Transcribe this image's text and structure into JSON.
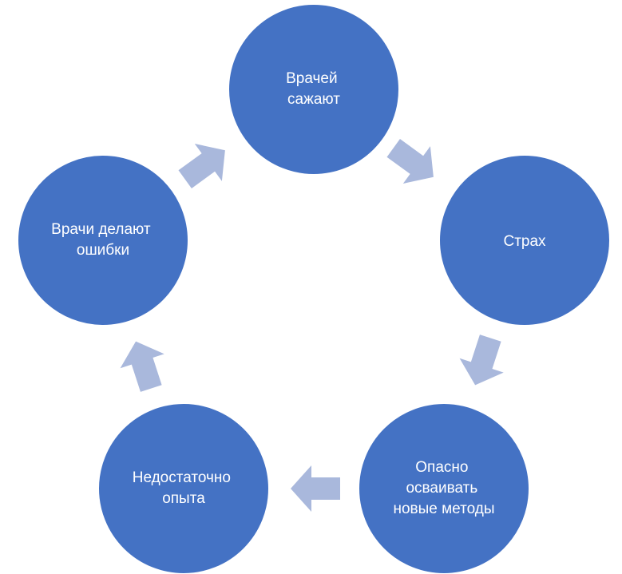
{
  "colors": {
    "node_fill": "#4472C4",
    "arrow_fill": "#A9B8DC",
    "label_color": "#FFFFFF",
    "background": "#FFFFFF"
  },
  "nodes": [
    {
      "id": "doctors-jailed",
      "lines": [
        "Врачей",
        "сажают"
      ]
    },
    {
      "id": "fear",
      "lines": [
        "Страх"
      ]
    },
    {
      "id": "dangerous-new-methods",
      "lines": [
        "Опасно",
        "осваивать",
        "новые методы"
      ]
    },
    {
      "id": "insufficient-experience",
      "lines": [
        "Недостаточно",
        "опыта"
      ]
    },
    {
      "id": "doctors-make-mistakes",
      "lines": [
        "Врачи делают",
        "ошибки"
      ]
    }
  ],
  "flow": "clockwise"
}
